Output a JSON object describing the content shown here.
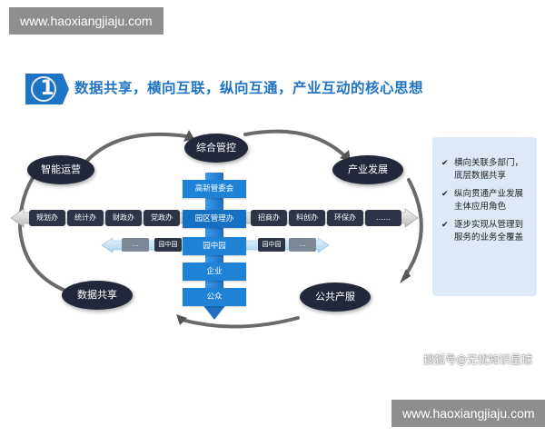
{
  "watermark": {
    "top": "www.haoxiangjiaju.com",
    "bottom": "www.haoxiangjiaju.com"
  },
  "heading": {
    "number": "1",
    "text": "数据共享，横向互联，纵向互通，产业互动的核心思想"
  },
  "nodes": {
    "top": "综合管控",
    "left_top": "智能运营",
    "right_top": "产业发展",
    "left_bottom": "数据共享",
    "right_bottom": "公共产服"
  },
  "horizontal_bar": {
    "left": [
      "规划办",
      "统计办",
      "财政办",
      "党政办"
    ],
    "right": [
      "招商办",
      "科创办",
      "环保办",
      "……"
    ]
  },
  "sub_bar": {
    "left": [
      "…",
      "园中园"
    ],
    "right": [
      "园中园",
      "…"
    ]
  },
  "vertical_column": [
    "高新管委会",
    "园区管理办",
    "园中园",
    "企业",
    "公众"
  ],
  "side_panel": {
    "items": [
      "横向关联多部门，底层数据共享",
      "纵向贯通产业发展主体应用角色",
      "逐步实现从管理到服务的业务全覆盖"
    ]
  },
  "source_credit": "搜狐号@无忧知识星球",
  "colors": {
    "accent": "#1f73c4",
    "node": "#22283a",
    "column": "#1e82d6",
    "panel": "#dde9f6"
  }
}
